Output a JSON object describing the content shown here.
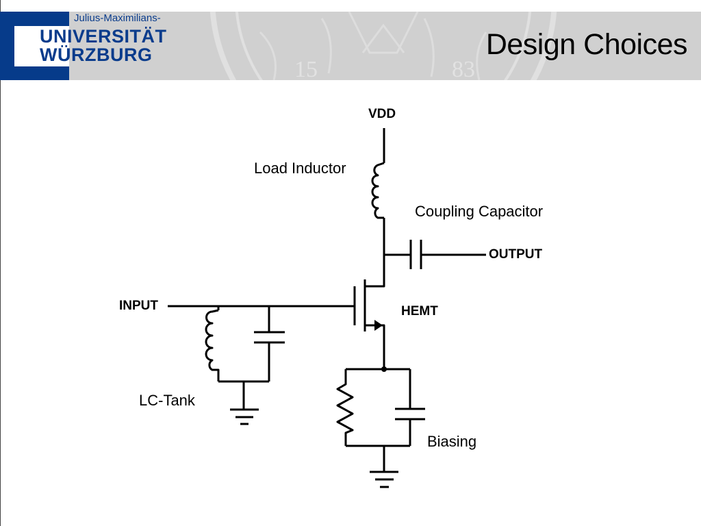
{
  "header": {
    "logo": {
      "line_small": "Julius-Maximilians-",
      "line1": "UNIVERSITÄT",
      "line2": "WÜRZBURG",
      "brand_color": "#063b8a"
    },
    "seal_numbers": [
      "15",
      "83"
    ],
    "title": "Design Choices"
  },
  "circuit": {
    "labels": {
      "vdd": "VDD",
      "load_inductor": "Load Inductor",
      "coupling_capacitor": "Coupling Capacitor",
      "output": "OUTPUT",
      "input": "INPUT",
      "hemt": "HEMT",
      "lc_tank": "LC-Tank",
      "biasing": "Biasing"
    }
  }
}
